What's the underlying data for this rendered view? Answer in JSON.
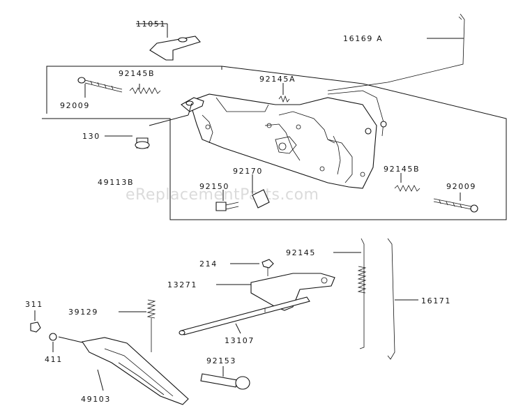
{
  "watermark": "eReplacementParts.com",
  "labels": {
    "l11051": "11051",
    "l16169a": "16169  A",
    "l92145b_top": "92145B",
    "l92145a": "92145A",
    "l92009_top": "92009",
    "l130": "130",
    "l92170": "92170",
    "l92145b_mid": "92145B",
    "l49113b": "49113B",
    "l92150": "92150",
    "l92009_mid": "92009",
    "l92145": "92145",
    "l214": "214",
    "l13271": "13271",
    "l311": "311",
    "l39129": "39129",
    "l16171": "16171",
    "l13107": "13107",
    "l411": "411",
    "l92153": "92153",
    "l49103": "49103"
  }
}
